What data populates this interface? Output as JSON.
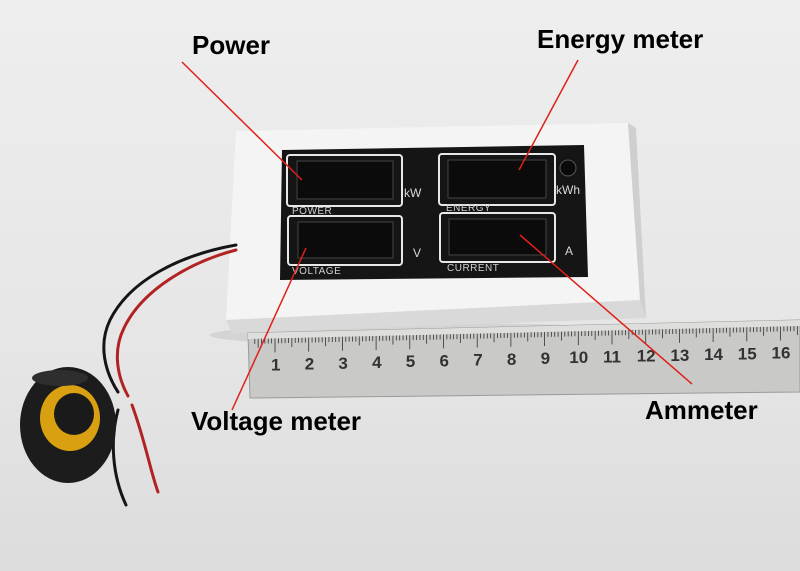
{
  "callouts": {
    "power": "Power",
    "energy": "Energy meter",
    "voltage": "Voltage meter",
    "ammeter": "Ammeter"
  },
  "displays": {
    "power": {
      "caption": "POWER",
      "unit": "kW"
    },
    "energy": {
      "caption": "ENERGY",
      "unit": "kWh"
    },
    "voltage": {
      "caption": "VOLTAGE",
      "unit": "V"
    },
    "current": {
      "caption": "CURRENT",
      "unit": "A"
    }
  },
  "ruler": {
    "numbers": [
      "1",
      "2",
      "3",
      "4",
      "5",
      "6",
      "7",
      "8",
      "9",
      "10",
      "11",
      "12",
      "13",
      "14",
      "15",
      "16"
    ]
  },
  "colors": {
    "callout_line": "#e0201a",
    "panel_face": "#151515",
    "housing": "#f4f4f4"
  }
}
